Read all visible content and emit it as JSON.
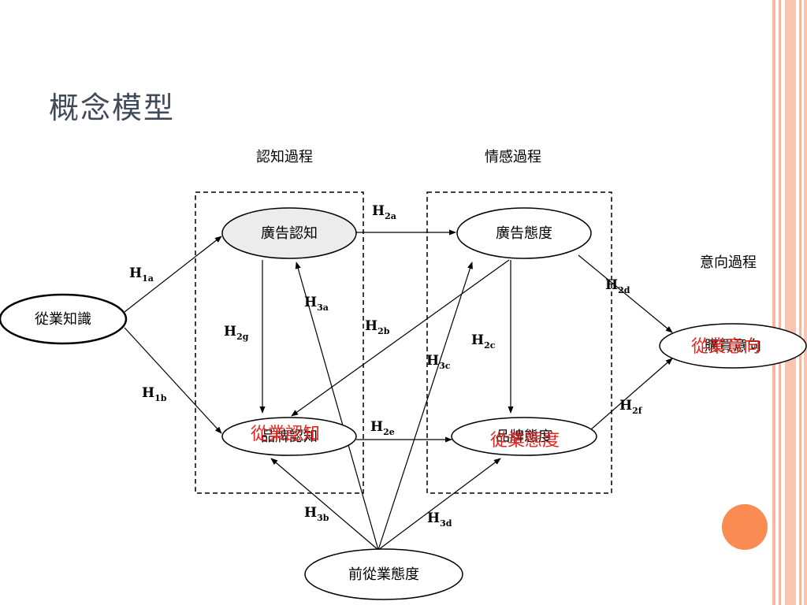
{
  "slide": {
    "title": "概念模型",
    "accent_color": "#fa8b52",
    "stripe_color": "#f5b7a0"
  },
  "groups": {
    "cognitive": "認知過程",
    "affective": "情感過程",
    "conative": "意向過程"
  },
  "nodes": {
    "employee_knowledge": "從業知識",
    "ad_cognition": "廣告認知",
    "ad_attitude": "廣告態度",
    "brand_cognition": "品牌認知",
    "brand_attitude": "品牌態度",
    "purchase_intention": "購買意向",
    "pre_employee_attitude": "前從業態度"
  },
  "overlays": {
    "brand_cognition": "從業認知",
    "brand_attitude": "從業態度",
    "purchase_intention": "從業意向",
    "color": "#e8231e"
  },
  "hypotheses": {
    "h1a": {
      "main": "H",
      "sub": "1a"
    },
    "h1b": {
      "main": "H",
      "sub": "1b"
    },
    "h2a": {
      "main": "H",
      "sub": "2a"
    },
    "h2b": {
      "main": "H",
      "sub": "2b"
    },
    "h2c": {
      "main": "H",
      "sub": "2c"
    },
    "h2d": {
      "main": "H",
      "sub": "2d"
    },
    "h2e": {
      "main": "H",
      "sub": "2e"
    },
    "h2f": {
      "main": "H",
      "sub": "2f"
    },
    "h2g": {
      "main": "H",
      "sub": "2g"
    },
    "h3a": {
      "main": "H",
      "sub": "3a"
    },
    "h3b": {
      "main": "H",
      "sub": "3b"
    },
    "h3c": {
      "main": "H",
      "sub": "3c"
    },
    "h3d": {
      "main": "H",
      "sub": "3d"
    }
  }
}
